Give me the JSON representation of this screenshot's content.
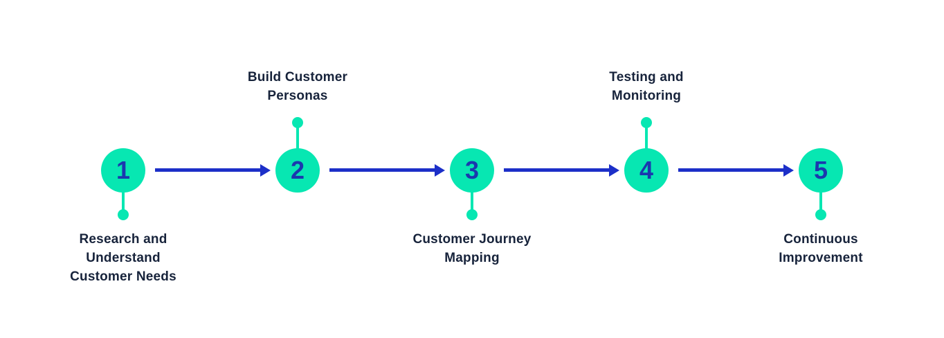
{
  "diagram": {
    "type": "process-flow",
    "colors": {
      "node_teal": "#07e7b2",
      "arrow_blue": "#1c2fc8",
      "number_blue": "#1b38ae",
      "label_navy": "#17233b",
      "background": "#ffffff"
    },
    "steps": [
      {
        "number": "1",
        "label": "Research and Understand Customer Needs",
        "label_position": "below",
        "lines": [
          "Research and",
          "Understand",
          "Customer Needs"
        ]
      },
      {
        "number": "2",
        "label": "Build Customer Personas",
        "label_position": "above",
        "lines": [
          "Build Customer",
          "Personas"
        ]
      },
      {
        "number": "3",
        "label": "Customer Journey Mapping",
        "label_position": "below",
        "lines": [
          "Customer Journey",
          "Mapping"
        ]
      },
      {
        "number": "4",
        "label": "Testing and Monitoring",
        "label_position": "above",
        "lines": [
          "Testing and",
          "Monitoring"
        ]
      },
      {
        "number": "5",
        "label": "Continuous Improvement",
        "label_position": "below",
        "lines": [
          "Continuous",
          "Improvement"
        ]
      }
    ]
  }
}
